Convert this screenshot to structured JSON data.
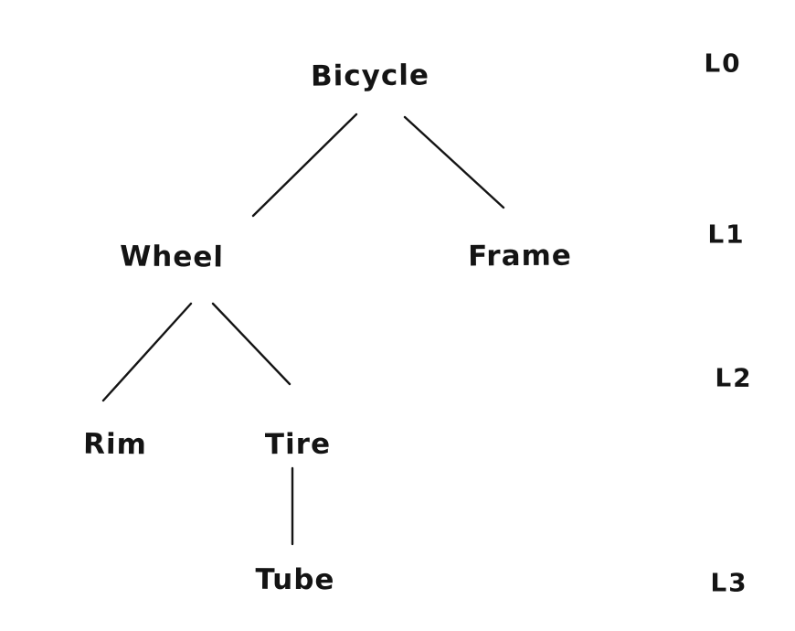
{
  "diagram": {
    "type": "tree",
    "background_color": "#ffffff",
    "ink_color": "#141414",
    "nodes": [
      {
        "id": "bicycle",
        "label": "Bicycle",
        "level": 0
      },
      {
        "id": "wheel",
        "label": "Wheel",
        "level": 1
      },
      {
        "id": "frame",
        "label": "Frame",
        "level": 1
      },
      {
        "id": "rim",
        "label": "Rim",
        "level": 2
      },
      {
        "id": "tire",
        "label": "Tire",
        "level": 2
      },
      {
        "id": "tube",
        "label": "Tube",
        "level": 3
      }
    ],
    "edges": [
      {
        "from": "Bicycle",
        "to": "Wheel"
      },
      {
        "from": "Bicycle",
        "to": "Frame"
      },
      {
        "from": "Wheel",
        "to": "Rim"
      },
      {
        "from": "Wheel",
        "to": "Tire"
      },
      {
        "from": "Tire",
        "to": "Tube"
      }
    ],
    "level_labels": [
      {
        "label": "L0"
      },
      {
        "label": "L1"
      },
      {
        "label": "L2"
      },
      {
        "label": "L3"
      }
    ]
  }
}
